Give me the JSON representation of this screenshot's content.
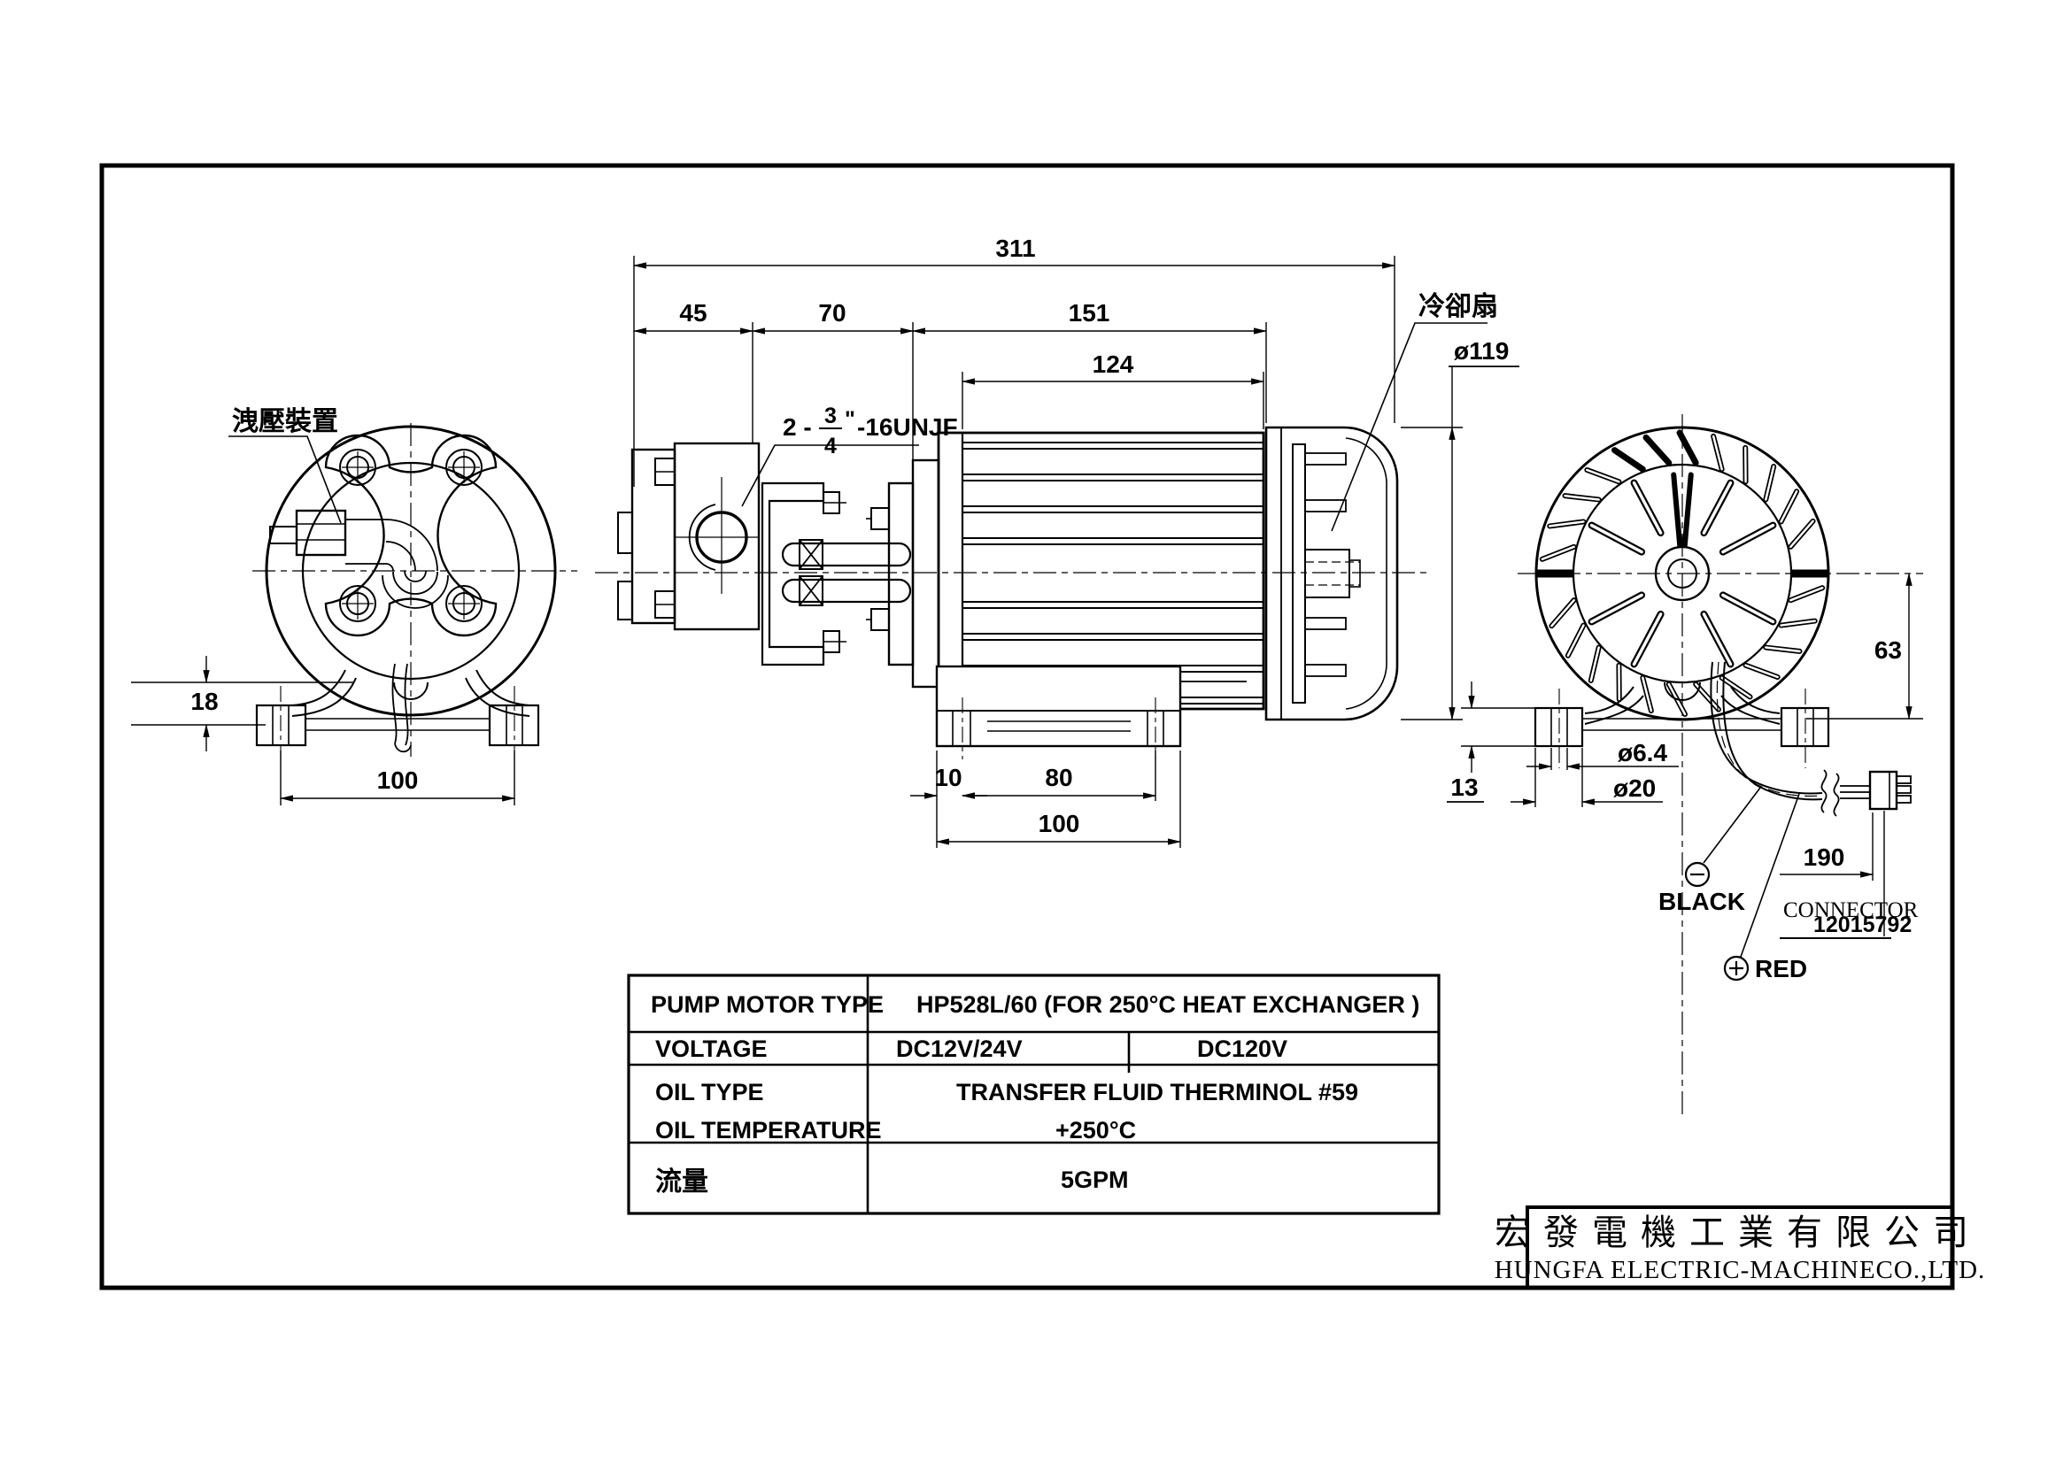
{
  "front_view": {
    "relief_label": "洩壓裝置",
    "dim_bracket_height": "18",
    "dim_foot_spacing": "100"
  },
  "side_view": {
    "dim_total_length": "311",
    "dim_pump_length": "45",
    "dim_coupling_length": "70",
    "dim_motor_length": "151",
    "dim_fin_length": "124",
    "dim_motor_diameter": "ø119",
    "fan_label": "冷卻扇",
    "thread_prefix": "2 -",
    "thread_numerator": "3",
    "thread_denominator": "4",
    "thread_quote": "\"",
    "thread_suffix": "-16UNJF",
    "dim_base_edge": "10",
    "dim_base_holes": "80",
    "dim_base_width": "100"
  },
  "fan_view": {
    "dim_center_to_foot": "63",
    "dim_foot_height": "13",
    "dim_hole_diameter": "ø6.4",
    "dim_boss_diameter": "ø20",
    "dim_cable_length": "190",
    "wire_black_label": "BLACK",
    "wire_red_label": "RED",
    "connector_label": "CONNECTOR",
    "connector_part_no": "12015792"
  },
  "spec_table": {
    "row1_label": "PUMP MOTOR TYPE",
    "row1_value": "HP528L/60   (FOR 250°C HEAT EXCHANGER )",
    "row2_label": "VOLTAGE",
    "row2_value_a": "DC12V/24V",
    "row2_value_b": "DC120V",
    "row3_label_a": "OIL  TYPE",
    "row3_label_b": "OIL TEMPERATURE",
    "row3_value_a": "TRANSFER FLUID THERMINOL #59",
    "row3_value_b": "+250°C",
    "row4_label": "流量",
    "row4_value": "5GPM"
  },
  "title_block": {
    "company_zh": "宏發電機工業有限公司",
    "company_en": "HUNGFA ELECTRIC-MACHINECO.,LTD."
  }
}
